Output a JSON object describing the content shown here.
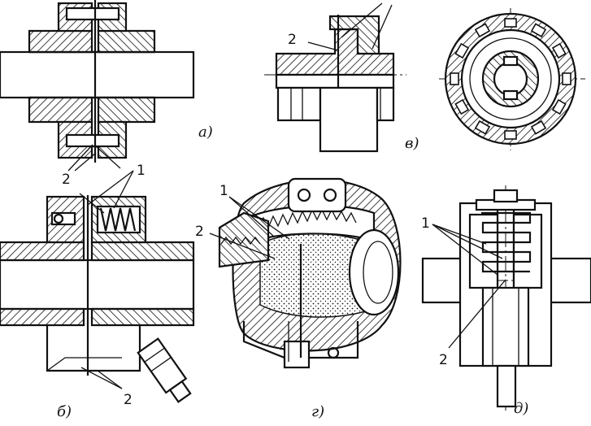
{
  "figure": {
    "panel_labels": {
      "a": "а)",
      "b": "б)",
      "v": "в)",
      "g": "г)",
      "d": "д)"
    },
    "callouts": {
      "a_2": "2",
      "a_1": "1",
      "v_2": "2",
      "b_2": "2",
      "g_1": "1",
      "g_2": "2",
      "d_1": "1",
      "d_2": "2"
    }
  }
}
